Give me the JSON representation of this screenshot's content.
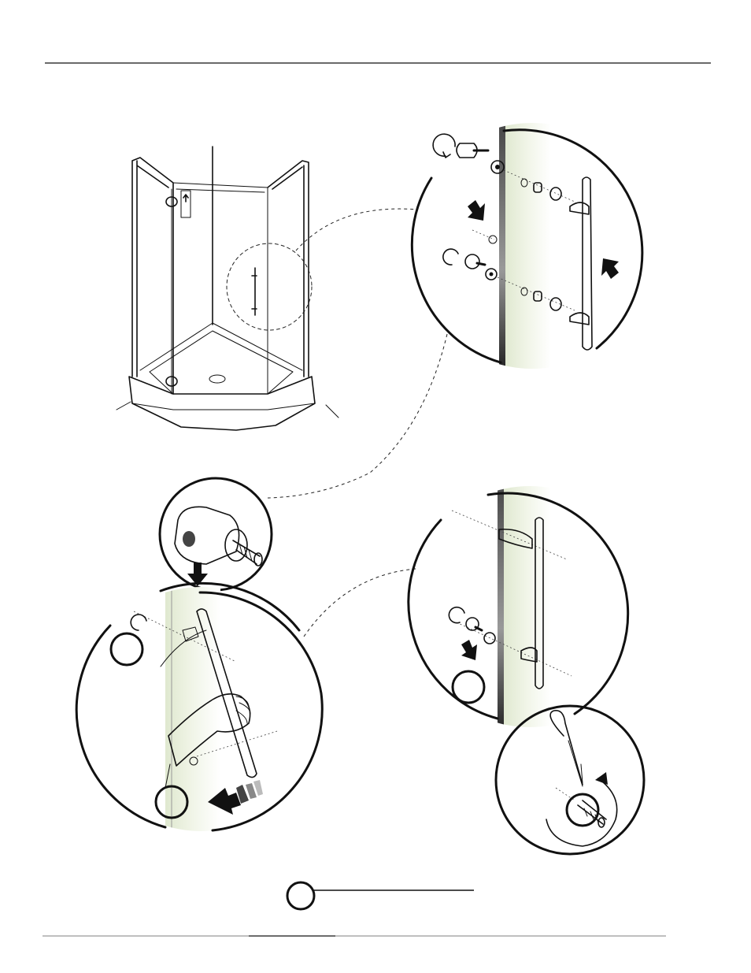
{
  "page": {
    "background": "#ffffff",
    "ink_color": "#111111",
    "glass_tint": "#eef2e4"
  },
  "header": {
    "rule": "top-rule"
  },
  "legend": {
    "badge_label": ""
  },
  "steps": [
    {
      "id": "overview",
      "description_icon": "shower-enclosure-icon"
    },
    {
      "id": "handle-exploded",
      "description_icon": "handle-mount-icon"
    },
    {
      "id": "standoff-detail",
      "description_icon": "threaded-standoff-icon"
    },
    {
      "id": "hand-install",
      "description_icon": "hand-icon"
    },
    {
      "id": "handle-installed",
      "description_icon": "handle-installed-icon"
    },
    {
      "id": "allen-key-detail",
      "description_icon": "allen-key-icon"
    }
  ]
}
